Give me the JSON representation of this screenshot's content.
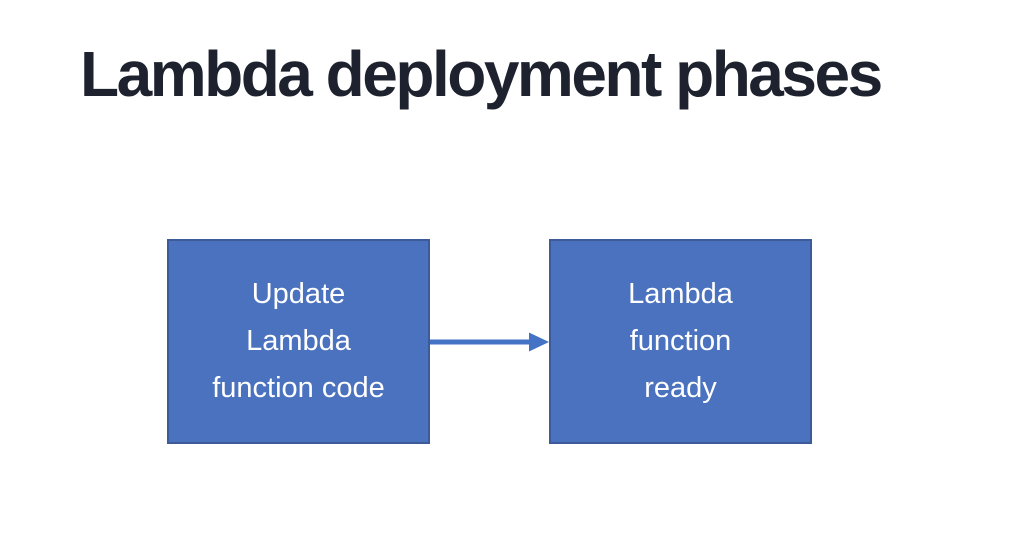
{
  "slide": {
    "title": "Lambda deployment phases"
  },
  "diagram": {
    "nodes": [
      {
        "lines": [
          "Update",
          "Lambda",
          "function code"
        ]
      },
      {
        "lines": [
          "Lambda",
          "function",
          "ready"
        ]
      }
    ],
    "edges": [
      {
        "from": "update-lambda-function-code",
        "to": "lambda-function-ready",
        "type": "arrow-right"
      }
    ]
  },
  "colors": {
    "title_text": "#1d222e",
    "box_fill": "#4b72bf",
    "box_border": "#3d5a99",
    "box_text": "#ffffff",
    "arrow": "#4472c4",
    "background": "#ffffff"
  }
}
